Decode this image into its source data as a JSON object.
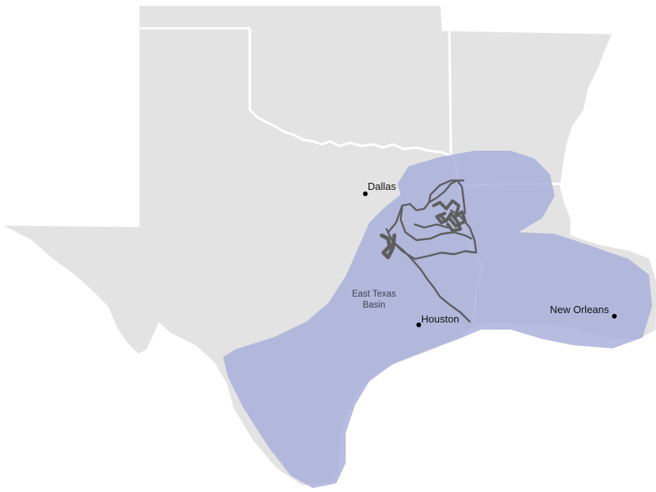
{
  "map": {
    "colors": {
      "background": "#ffffff",
      "land": "#e3e3e3",
      "state_border": "#ffffff",
      "basin_fill": "#a7addb",
      "pipeline": "#5e5e5e",
      "city_marker": "#000000"
    },
    "cities": [
      {
        "name": "Dallas"
      },
      {
        "name": "Houston"
      },
      {
        "name": "New Orleans"
      }
    ],
    "region_label": {
      "line1": "East Texas",
      "line2": "Basin"
    }
  }
}
